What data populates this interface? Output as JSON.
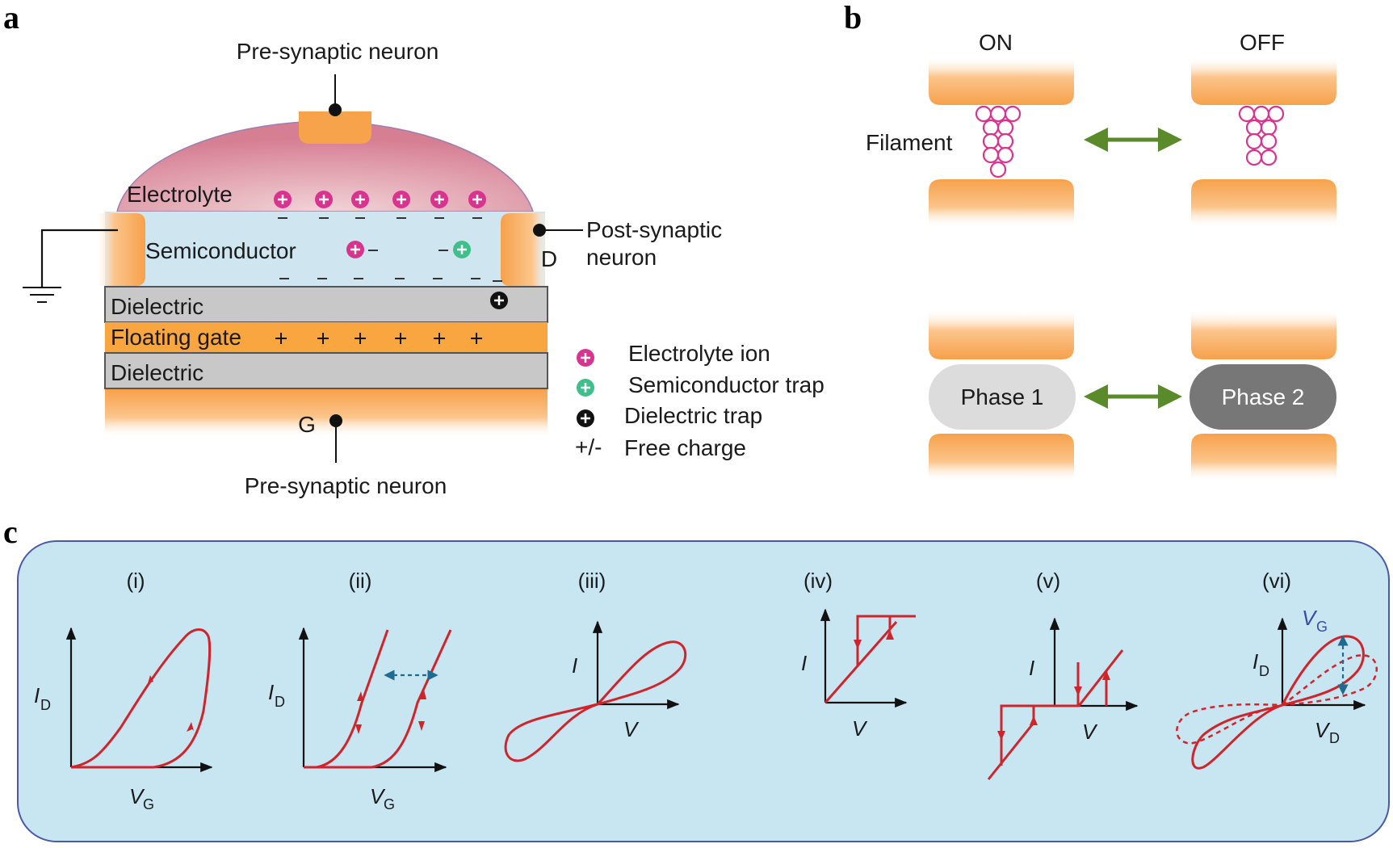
{
  "panels": {
    "a": "a",
    "b": "b",
    "c": "c"
  },
  "panel_a": {
    "presyn_top": "Pre-synaptic neuron",
    "presyn_bottom": "Pre-synaptic neuron",
    "electrolyte": "Electrolyte",
    "semiconductor": "Semiconductor",
    "postsyn_line1": "Post-synaptic",
    "postsyn_line2": "neuron",
    "drain": "D",
    "gate": "G",
    "dielectric_top": "Dielectric",
    "floating_gate": "Floating gate",
    "dielectric_bottom": "Dielectric",
    "legend": [
      {
        "label": "Electrolyte ion",
        "icon": "magenta-plus-circle-icon"
      },
      {
        "label": "Semiconductor trap",
        "icon": "green-plus-circle-icon"
      },
      {
        "label": "Dielectric trap",
        "icon": "black-plus-circle-icon"
      },
      {
        "label": "Free charge",
        "icon": "+/-"
      }
    ]
  },
  "panel_b": {
    "on": "ON",
    "off": "OFF",
    "filament": "Filament",
    "phase1": "Phase 1",
    "phase2": "Phase 2"
  },
  "panel_c": {
    "sub": [
      "(i)",
      "(ii)",
      "(iii)",
      "(iv)",
      "(v)",
      "(vi)"
    ],
    "i_label": "I",
    "v_label": "V",
    "d_sub": "D",
    "g_sub": "G"
  },
  "colors": {
    "electrode": "#f5a04a",
    "electrolyte": "#d9879a",
    "semiconductor": "#cfe6f0",
    "dielectric": "#c8c8c8",
    "floating_gate": "#f9a640",
    "ion": "#d8338f",
    "trap": "#3fbf8a",
    "arrow": "#5a8a2a",
    "curve": "#d2232a",
    "panel_c_bg": "#c8e6f2",
    "panel_c_border": "#4a58a8",
    "phase1": "#dcdcdc",
    "phase2": "#777777"
  }
}
